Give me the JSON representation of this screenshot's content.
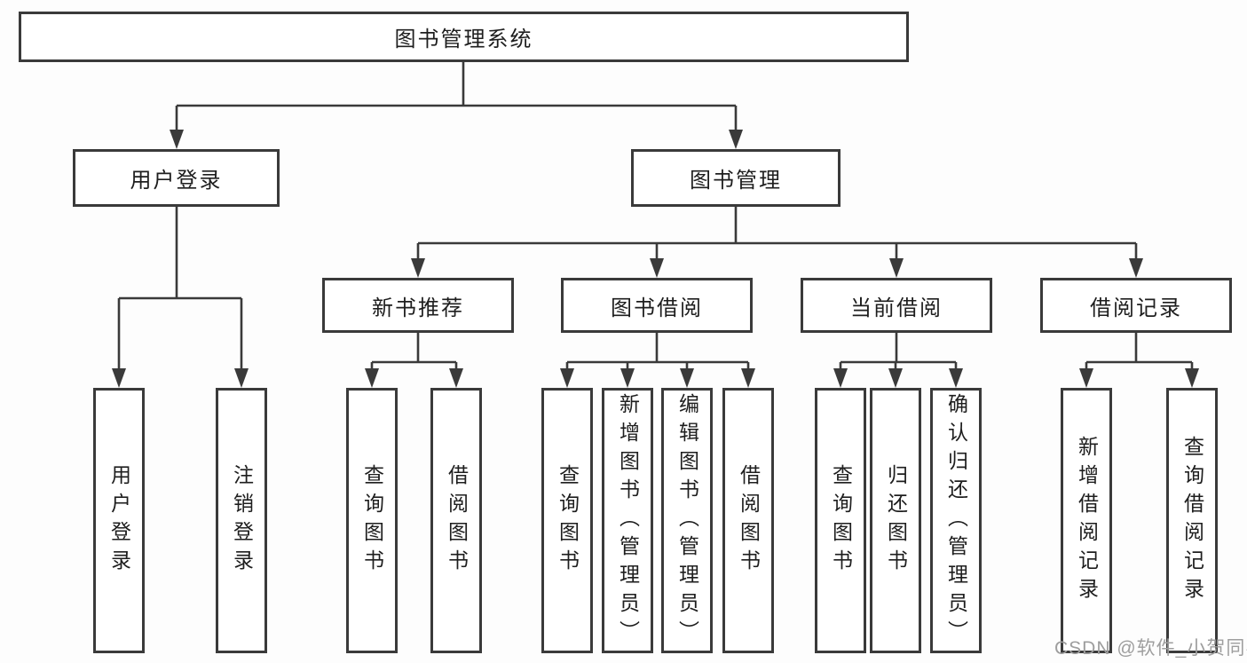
{
  "diagram": {
    "root": {
      "label": "图书管理系统",
      "children": [
        {
          "label": "用户登录",
          "children": [
            {
              "label": "用户登录"
            },
            {
              "label": "注销登录"
            }
          ]
        },
        {
          "label": "图书管理",
          "children": [
            {
              "label": "新书推荐",
              "children": [
                {
                  "label": "查询图书"
                },
                {
                  "label": "借阅图书"
                }
              ]
            },
            {
              "label": "图书借阅",
              "children": [
                {
                  "label": "查询图书"
                },
                {
                  "label": "新增图书（管理员）"
                },
                {
                  "label": "编辑图书（管理员）"
                },
                {
                  "label": "借阅图书"
                }
              ]
            },
            {
              "label": "当前借阅",
              "children": [
                {
                  "label": "查询图书"
                },
                {
                  "label": "归还图书"
                },
                {
                  "label": "确认归还（管理员）"
                }
              ]
            },
            {
              "label": "借阅记录",
              "children": [
                {
                  "label": "新增借阅记录"
                },
                {
                  "label": "查询借阅记录"
                }
              ]
            }
          ]
        }
      ]
    },
    "watermark": "CSDN @软件_小贺同学",
    "colors": {
      "line": "#3a3a3a",
      "box_border": "#3a3a3a",
      "box_fill": "#ffffff",
      "text": "#1e1e1e",
      "watermark": "#9e9e9e",
      "background": "#fdfdfd"
    }
  }
}
